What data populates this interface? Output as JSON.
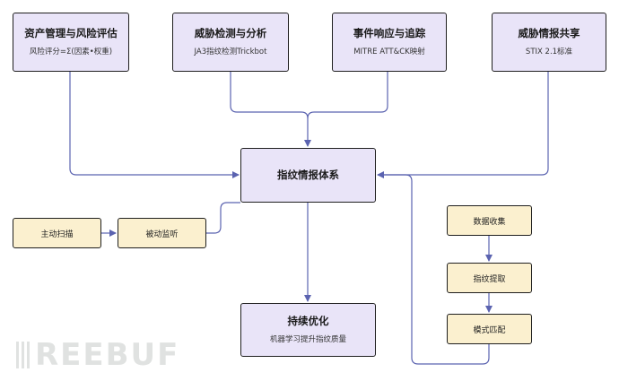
{
  "nodes": {
    "asset_risk": {
      "title": "资产管理与风险评估",
      "subtitle": "风险评分=Σ(因素•权重)"
    },
    "threat_detect": {
      "title": "威胁检测与分析",
      "subtitle": "JA3指纹检测Trickbot"
    },
    "incident": {
      "title": "事件响应与追踪",
      "subtitle": "MITRE ATT&CK映射"
    },
    "intel_share": {
      "title": "威胁情报共享",
      "subtitle": "STIX 2.1标准"
    },
    "core": {
      "title": "指纹情报体系"
    },
    "active_scan": {
      "label": "主动扫描"
    },
    "passive_monitor": {
      "label": "被动监听"
    },
    "continuous": {
      "title": "持续优化",
      "subtitle": "机器学习提升指纹质量"
    },
    "data_collect": {
      "label": "数据收集"
    },
    "fingerprint_extract": {
      "label": "指纹提取"
    },
    "pattern_match": {
      "label": "模式匹配"
    }
  },
  "watermark": {
    "text": "REEBUF"
  },
  "colors": {
    "purple_fill": "#e9e4f8",
    "yellow_fill": "#fbf0cf",
    "edge": "#5b63b0",
    "border": "#1f1f1f"
  }
}
